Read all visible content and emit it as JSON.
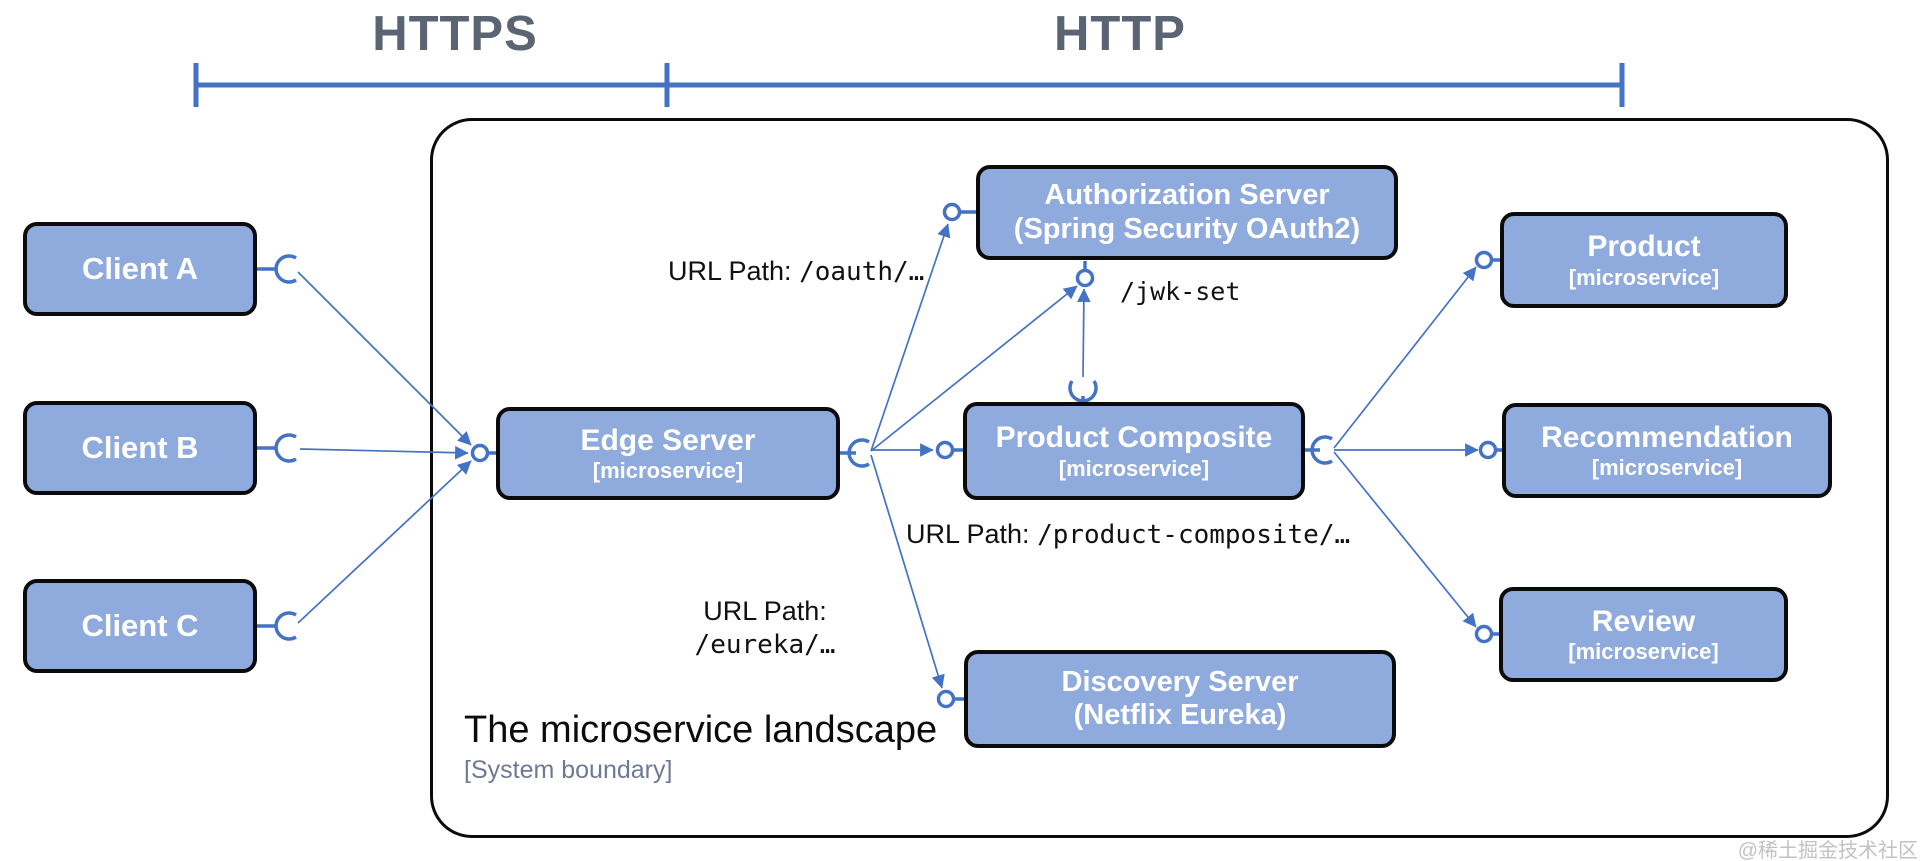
{
  "protocols": {
    "https": "HTTPS",
    "http": "HTTP"
  },
  "clients": [
    {
      "label": "Client A"
    },
    {
      "label": "Client B"
    },
    {
      "label": "Client C"
    }
  ],
  "nodes": {
    "edge": {
      "title": "Edge Server",
      "subtitle": "[microservice]"
    },
    "auth": {
      "line1": "Authorization Server",
      "line2": "(Spring Security OAuth2)"
    },
    "composite": {
      "title": "Product Composite",
      "subtitle": "[microservice]"
    },
    "discovery": {
      "line1": "Discovery Server",
      "line2": "(Netflix Eureka)"
    },
    "product": {
      "title": "Product",
      "subtitle": "[microservice]"
    },
    "recommendation": {
      "title": "Recommendation",
      "subtitle": "[microservice]"
    },
    "review": {
      "title": "Review",
      "subtitle": "[microservice]"
    }
  },
  "annotations": {
    "oauth": {
      "prefix": "URL Path: ",
      "path": "/oauth/…"
    },
    "jwk": {
      "path": "/jwk-set"
    },
    "composite_path": {
      "prefix": "URL Path: ",
      "path": "/product-composite/…"
    },
    "eureka": {
      "prefix": "URL Path:",
      "path": "/eureka/…"
    },
    "landscape_title": "The microservice landscape",
    "system_boundary": "[System boundary]"
  },
  "watermark": "@稀土掘金技术社区",
  "colors": {
    "accent_blue": "#4472C4",
    "node_fill": "#8FAADC",
    "node_border": "#0b0b0b",
    "protocol_text": "#5B6472",
    "boundary_label_text": "#6E7A94",
    "watermark_text": "#c2c2c2"
  }
}
